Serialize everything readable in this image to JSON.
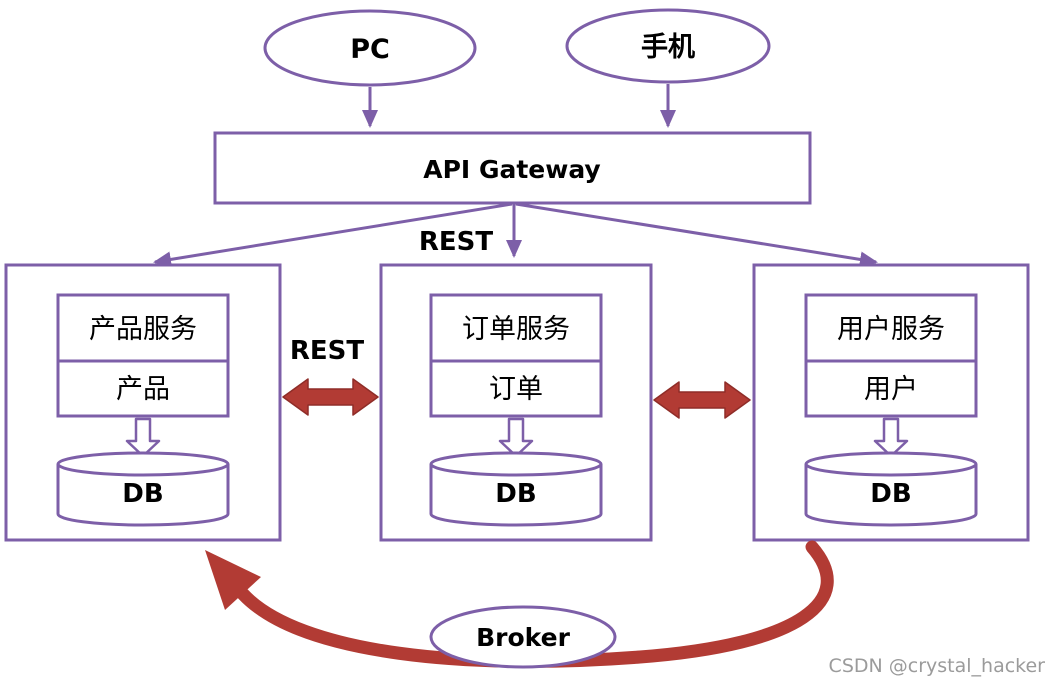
{
  "meta": {
    "watermark": "CSDN @crystal_hacker"
  },
  "colors": {
    "purple": "#7D5FA8",
    "red": "#B23B34",
    "red_dark": "#8F2D28",
    "text": "#000000",
    "gray": "#9B9B9B",
    "bg": "#FFFFFF"
  },
  "diagram": {
    "type": "microservices-architecture",
    "clients": [
      {
        "label": "PC"
      },
      {
        "label": "手机"
      }
    ],
    "gateway": {
      "label": "API Gateway"
    },
    "labels": {
      "rest_top": "REST",
      "rest_mid": "REST"
    },
    "services": [
      {
        "title": "产品服务",
        "entity": "产品",
        "db": "DB"
      },
      {
        "title": "订单服务",
        "entity": "订单",
        "db": "DB"
      },
      {
        "title": "用户服务",
        "entity": "用户",
        "db": "DB"
      }
    ],
    "broker": {
      "label": "Broker"
    }
  }
}
